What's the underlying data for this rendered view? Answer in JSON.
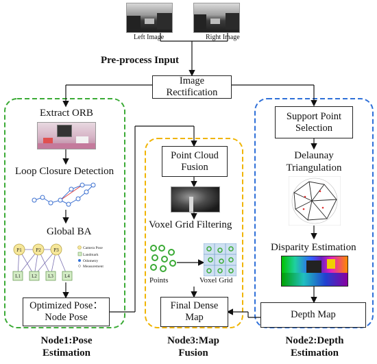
{
  "inputs": {
    "left_image": "Left Image",
    "right_image": "Right Image"
  },
  "preprocess_label": "Pre-process Input",
  "rectification": {
    "line1": "Image",
    "line2": "Rectification"
  },
  "node1": {
    "extract_orb": "Extract ORB",
    "loop_closure": "Loop Closure Detection",
    "global_ba": "Global BA",
    "ba_legend": {
      "camera_pose": "Camera Pose",
      "landmark": "Landmark",
      "odometry": "Odometry",
      "measurement": "Measurement"
    },
    "ba_nodes": {
      "p1": "P1",
      "p2": "P2",
      "p3": "P3",
      "l1": "L1",
      "l2": "L2",
      "l3": "L3",
      "l4": "L4"
    },
    "optimized_pose": {
      "line1": "Optimized Pose：",
      "line2": "Node Pose"
    },
    "title": {
      "line1": "Node1:Pose",
      "line2": "Estimation"
    }
  },
  "node3": {
    "point_cloud": {
      "line1": "Point Cloud",
      "line2": "Fusion"
    },
    "voxel_filtering": "Voxel Grid Filtering",
    "points_label": "Points",
    "voxel_grid_label": "Voxel Grid",
    "final_map": {
      "line1": "Final Dense",
      "line2": "Map"
    },
    "title": {
      "line1": "Node3:Map",
      "line2": "Fusion"
    }
  },
  "node2": {
    "support_point": {
      "line1": "Support Point",
      "line2": "Selection"
    },
    "delaunay": {
      "line1": "Delaunay",
      "line2": "Triangulation"
    },
    "disparity": "Disparity Estimation",
    "depth_map": "Depth Map",
    "title": {
      "line1": "Node2:Depth",
      "line2": "Estimation"
    }
  },
  "colors": {
    "node1_border": "#3aaa35",
    "node3_border": "#f0b400",
    "node2_border": "#2e6fd8"
  }
}
